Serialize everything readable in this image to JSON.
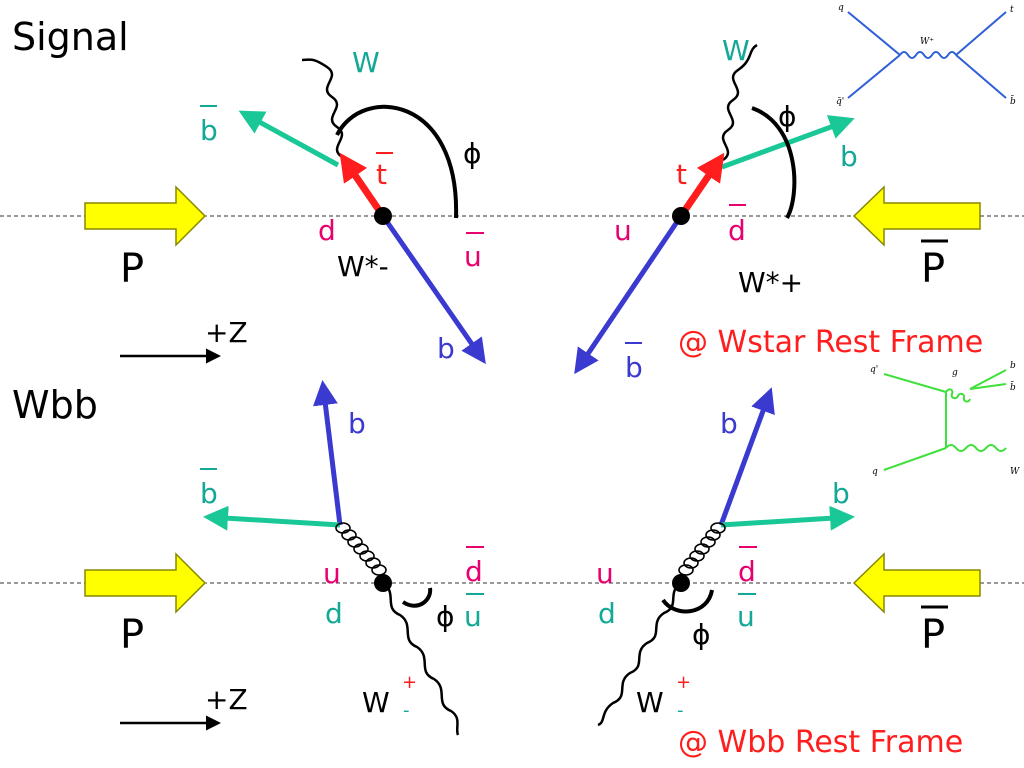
{
  "colors": {
    "blue": "#3a3ad0",
    "green": "#19c896",
    "red": "#ff1d1d",
    "magenta": "#e8006e",
    "teal": "#14a896",
    "yellow": "#ffff00",
    "black": "#000000",
    "feyn_blue": "#2f5fd6",
    "feyn_green": "#3ee03a"
  },
  "sections": {
    "signal": "Signal",
    "wbb": "Wbb"
  },
  "beams": {
    "proton": "P",
    "antiproton": "P",
    "direction": "+Z"
  },
  "frames": {
    "signal_frame": "@ Wstar Rest Frame",
    "wbb_frame": "@ Wbb Rest Frame"
  },
  "angle_symbol": "ϕ",
  "signal": {
    "left": {
      "W": "W",
      "bbar": "b",
      "tbar": "t",
      "d": "d",
      "ubar": "u",
      "wstar": "W*-",
      "b": "b"
    },
    "right": {
      "W": "W",
      "b_upper": "b",
      "t": "t",
      "u": "u",
      "dbar": "d",
      "wstar": "W*+",
      "bbar": "b"
    }
  },
  "wbb": {
    "left": {
      "b": "b",
      "bbar": "b",
      "u": "u",
      "d": "d",
      "dbar": "d",
      "ubar": "u",
      "W": "W",
      "sup": "+",
      "sub": "-"
    },
    "right": {
      "b": "b",
      "b_right": "b",
      "u": "u",
      "d": "d",
      "dbar": "d",
      "ubar": "u",
      "W": "W",
      "sup": "+",
      "sub": "-"
    }
  },
  "feynman_signal": {
    "q": "q",
    "qbar_prime": "q̄'",
    "w_plus": "W⁺",
    "t": "t",
    "bbar": "b̄"
  },
  "feynman_wbb": {
    "q_prime": "q'",
    "g": "g",
    "b": "b",
    "bbar": "b̄",
    "q": "q",
    "w": "W"
  }
}
